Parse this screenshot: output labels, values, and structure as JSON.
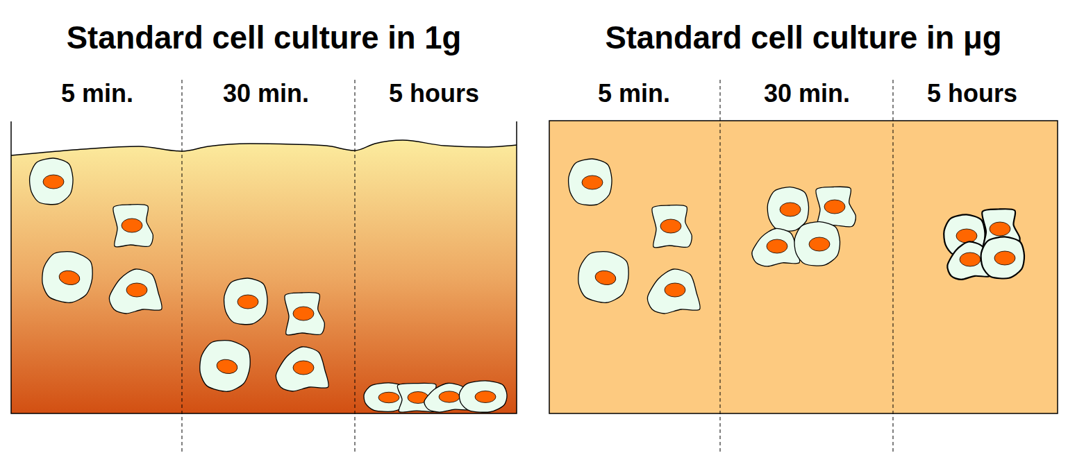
{
  "diagram": {
    "nodes": [
      {
        "text": [
          "Standard cell culture in 1g"
        ]
      },
      {
        "text": [
          "Standard cell culture in μg"
        ]
      }
    ],
    "labels": [
      "5 min.",
      "30 min.",
      "5 hours",
      "5 min.",
      "30 min.",
      "5 hours"
    ]
  }
}
